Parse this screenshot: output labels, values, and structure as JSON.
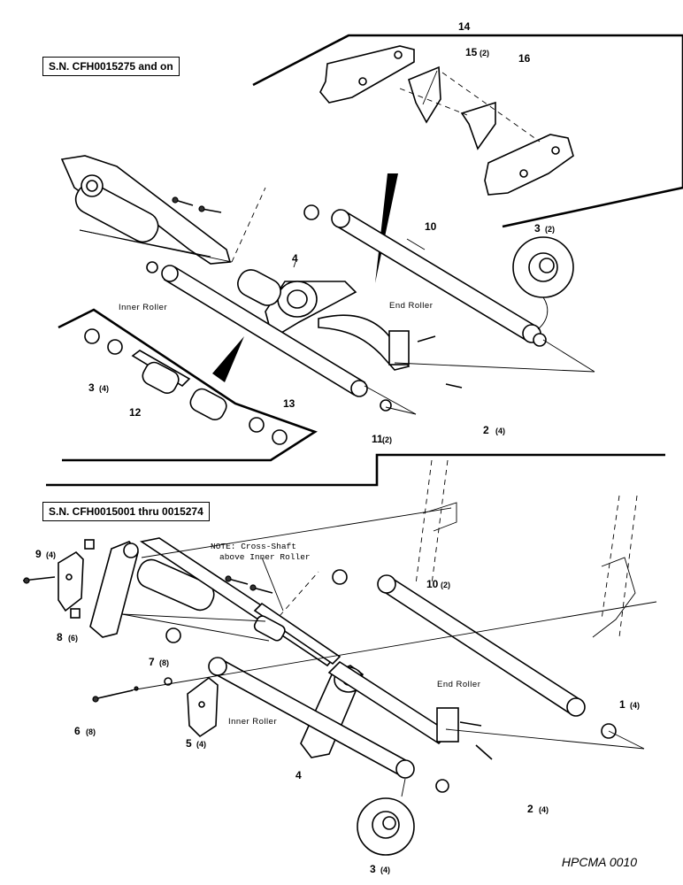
{
  "section_top": {
    "header": "S.N. CFH0015275 and on"
  },
  "section_bottom": {
    "header": "S.N. CFH0015001 thru 0015274"
  },
  "roller_labels": {
    "inner": "Inner Roller",
    "end": "End Roller"
  },
  "note": {
    "line1": "NOTE: Cross-Shaft",
    "line2": "above Inner Roller"
  },
  "figure_id": "HPCMA 0010",
  "callouts_top": {
    "c14": "14",
    "c15": "15",
    "c15q": "(2)",
    "c16": "16",
    "c10": "10",
    "c3a": "3",
    "c3aq": "(2)",
    "c4": "4",
    "c3b": "3",
    "c3bq": "(4)",
    "c12": "12",
    "c13": "13",
    "c11": "11",
    "c11q": "(2)",
    "c2": "2",
    "c2q": "(4)"
  },
  "callouts_bottom": {
    "c9": "9",
    "c9q": "(4)",
    "c8": "8",
    "c8q": "(6)",
    "c10": "10",
    "c10q": "(2)",
    "c7": "7",
    "c7q": "(8)",
    "c6": "6",
    "c6q": "(8)",
    "c5": "5",
    "c5q": "(4)",
    "c4": "4",
    "c1": "1",
    "c1q": "(4)",
    "c2": "2",
    "c2q": "(4)",
    "c3": "3",
    "c3q": "(4)"
  }
}
